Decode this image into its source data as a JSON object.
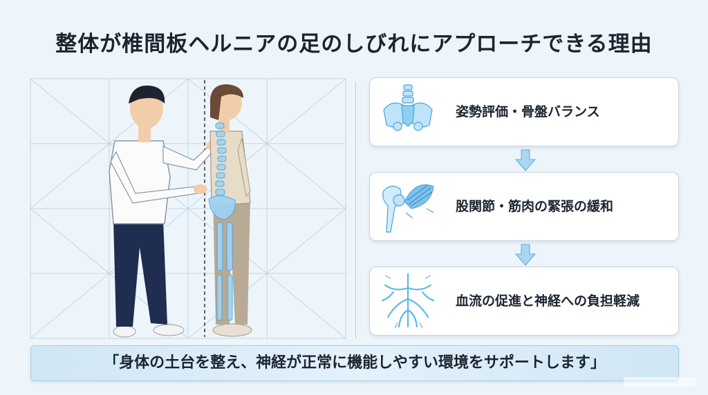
{
  "title": "整体が椎間板ヘルニアの足のしびれにアプローチできる理由",
  "illustration": {
    "practitioner": "practitioner-figure",
    "patient": "patient-figure",
    "spine_overlay": "spine-skeleton-icon"
  },
  "steps": [
    {
      "label": "姿勢評価・骨盤バランス",
      "icon": "pelvis-icon"
    },
    {
      "label": "股関節・筋肉の緊張の緩和",
      "icon": "hip-muscle-icon"
    },
    {
      "label": "血流の促進と神経への負担軽減",
      "icon": "nerve-blood-flow-icon"
    }
  ],
  "banner": "「身体の土台を整え、神経が正常に機能しやすい環境をサポートします」",
  "colors": {
    "accent": "#5aa9dc",
    "background": "#eef5fa",
    "card": "#ffffff"
  }
}
